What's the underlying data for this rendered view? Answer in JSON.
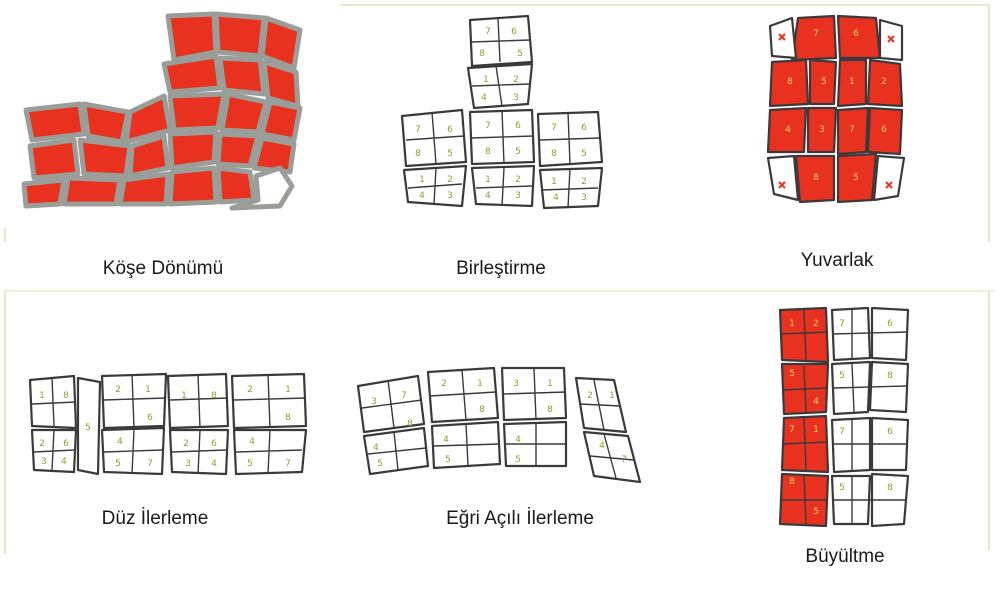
{
  "colors": {
    "stone_red": "#e8311f",
    "stone_white": "#ffffff",
    "grout_grey": "#9a9e98",
    "stone_edge": "#3a3a3a",
    "frame_line": "#d8dcb8",
    "number_olive": "#9a9a2c"
  },
  "panels": {
    "kose_donumu": {
      "caption": "Köşe Dönümü"
    },
    "birlestirme": {
      "caption": "Birleştirme"
    },
    "yuvarlak": {
      "caption": "Yuvarlak"
    },
    "duz_ilerleme": {
      "caption": "Düz İlerleme"
    },
    "egri_acili": {
      "caption": "Eğri Açılı İlerleme"
    },
    "buyultme": {
      "caption": "Büyültme"
    }
  }
}
